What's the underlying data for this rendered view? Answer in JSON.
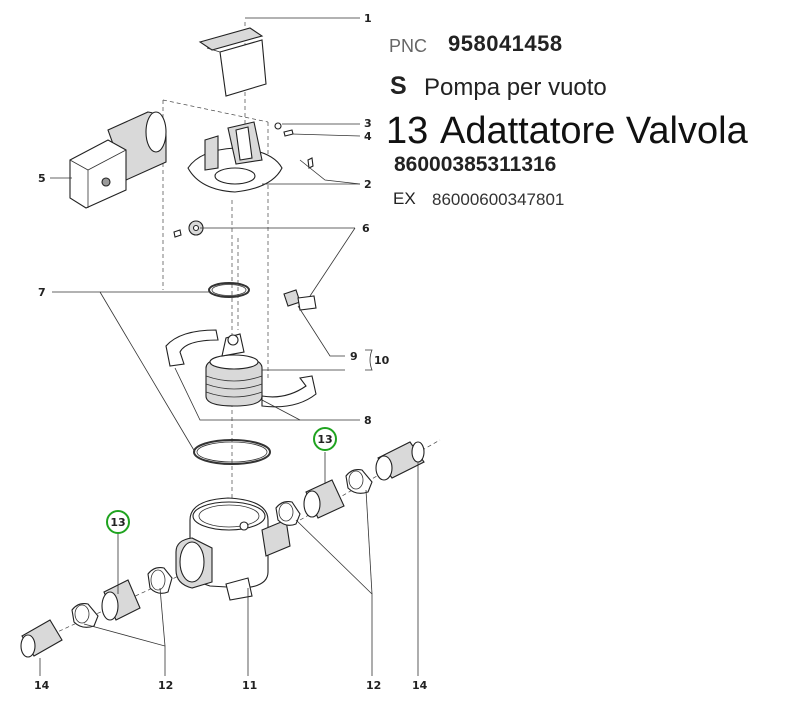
{
  "header": {
    "pnc_label": "PNC",
    "pnc_value": "958041458",
    "group_code": "S",
    "group_name": "Pompa per vuoto",
    "part_number": "13",
    "part_name": "Adattatore Valvola",
    "part_code": "86000385311316",
    "ex_label": "EX",
    "ex_code": "86000600347801"
  },
  "callouts": {
    "c1": "1",
    "c2": "2",
    "c3": "3",
    "c4": "4",
    "c5": "5",
    "c6": "6",
    "c7": "7",
    "c8": "8",
    "c9": "9",
    "c10": "10",
    "c11": "11",
    "c12a": "12",
    "c12b": "12",
    "c13a": "13",
    "c13b": "13",
    "c14a": "14",
    "c14b": "14"
  },
  "colors": {
    "highlight": "#1fa31f",
    "text": "#222222",
    "pnc_label": "#666666"
  }
}
